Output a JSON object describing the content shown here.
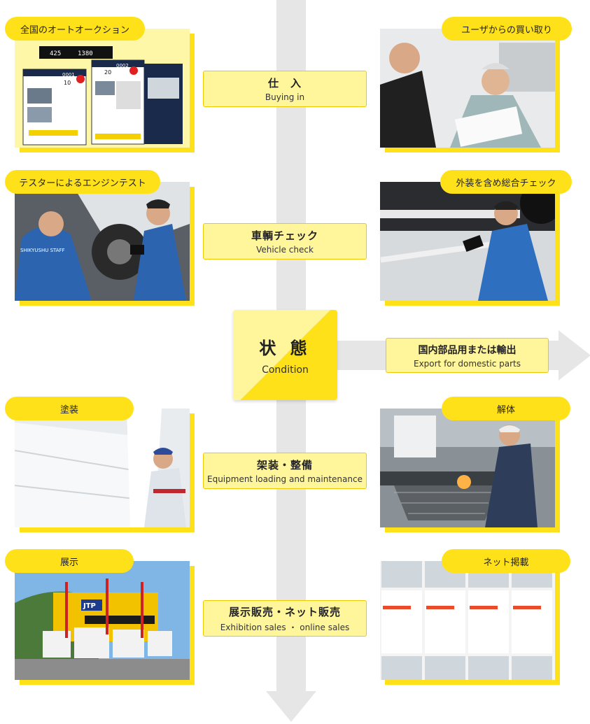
{
  "steps": [
    {
      "jp": "仕　入",
      "en": "Buying in"
    },
    {
      "jp": "車輌チェック",
      "en": "Vehicle check"
    },
    {
      "jp": "架装・整備",
      "en": "Equipment loading and maintenance"
    },
    {
      "jp": "展示販売・ネット販売",
      "en": "Exhibition sales ・ online sales"
    }
  ],
  "center": {
    "jp": "状 態",
    "en": "Condition"
  },
  "export": {
    "jp": "国内部品用または輸出",
    "en": "Export for domestic parts"
  },
  "cards": [
    {
      "label": "全国のオートオークション"
    },
    {
      "label": "ユーザからの買い取り"
    },
    {
      "label": "テスターによるエンジンテスト"
    },
    {
      "label": "外装を含め総合チェック"
    },
    {
      "label": "塗装"
    },
    {
      "label": "解体"
    },
    {
      "label": "展示"
    },
    {
      "label": "ネット掲載"
    }
  ],
  "photo_text": {
    "auction_a": "425",
    "auction_b": "1380",
    "auction_lot1": "0001",
    "auction_lot2": "0002",
    "auction_t1": "10",
    "auction_t2": "20",
    "staff_jacket": "SHIKYUSHU STAFF",
    "sign": "JTP"
  },
  "colors": {
    "accent": "#ffe11a",
    "label_bg": "#fff59a",
    "arrow": "#e6e6e6"
  }
}
